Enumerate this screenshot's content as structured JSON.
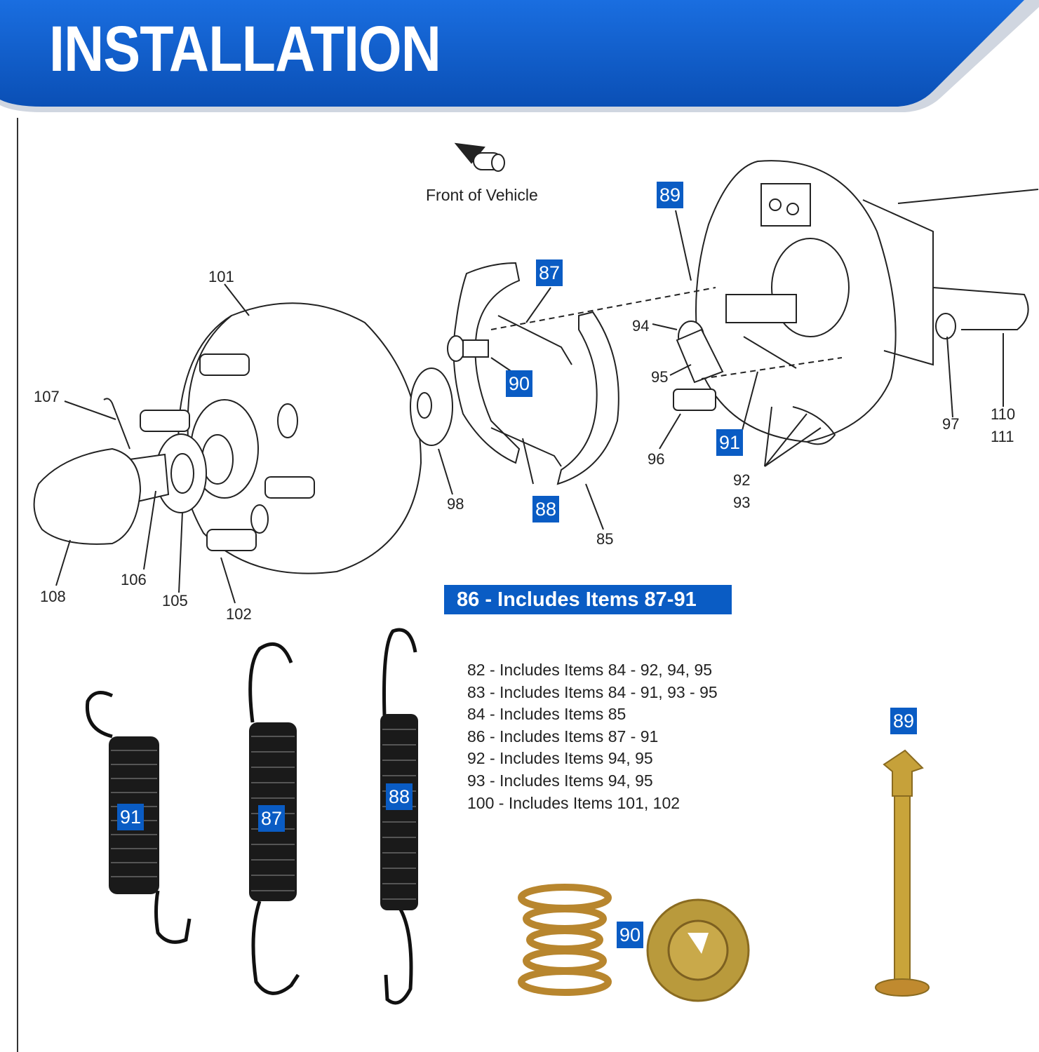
{
  "header": {
    "title": "INSTALLATION",
    "background_color": "#0a5cc4"
  },
  "diagram": {
    "front_label": "Front of Vehicle",
    "part_numbers": {
      "p101": "101",
      "p107": "107",
      "p108": "108",
      "p106": "106",
      "p105": "105",
      "p102": "102",
      "p98": "98",
      "p85": "85",
      "p94": "94",
      "p95": "95",
      "p96": "96",
      "p92_93_a": "92",
      "p92_93_b": "93",
      "p97": "97",
      "p110": "110",
      "p111": "111"
    },
    "badges": {
      "b89": "89",
      "b87": "87",
      "b90": "90",
      "b88": "88",
      "b91": "91"
    }
  },
  "includes_banner": "86 - Includes Items 87-91",
  "includes_list": [
    "82 - Includes Items 84 - 92, 94, 95",
    "83 - Includes Items 84 - 91, 93 - 95",
    "84 - Includes Items 85",
    "86 - Includes Items 87 - 91",
    "92 - Includes Items 94, 95",
    "93 - Includes Items 94, 95",
    "100 - Includes Items 101, 102"
  ],
  "parts_photos": {
    "spring_91": "91",
    "spring_87": "87",
    "spring_88": "88",
    "hold_down_90": "90",
    "pin_89": "89"
  }
}
